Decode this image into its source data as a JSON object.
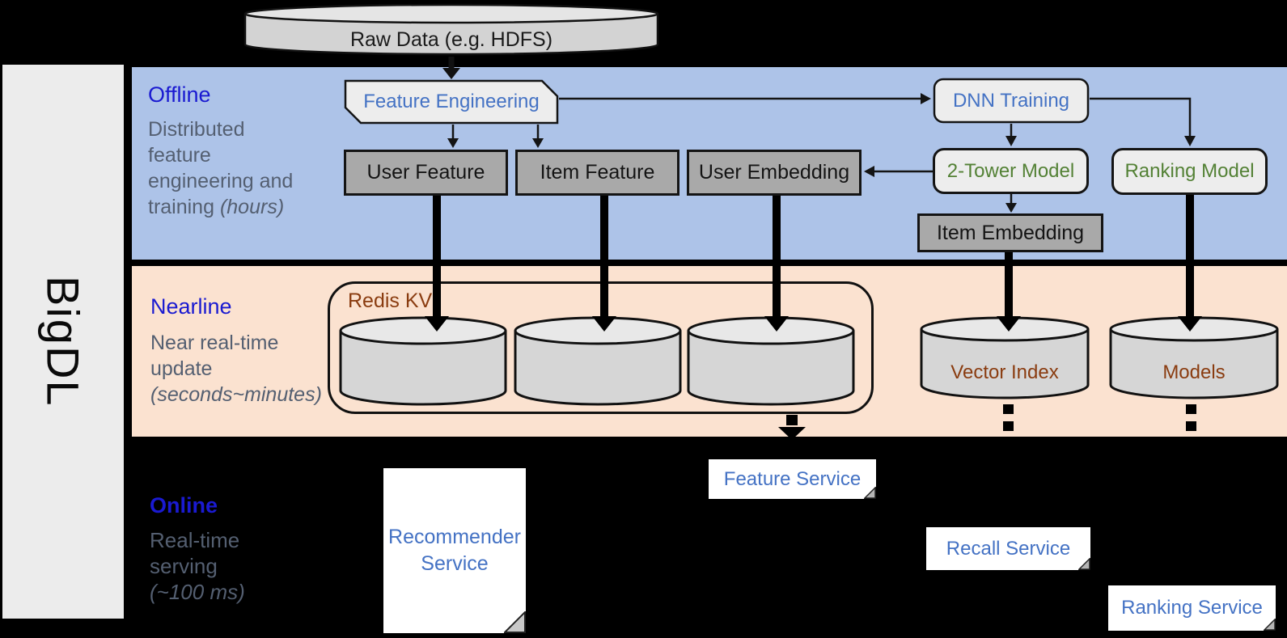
{
  "brand": "BigDL",
  "raw_data_label": "Raw Data (e.g. HDFS)",
  "sections": {
    "offline": {
      "title": "Offline",
      "line1": "Distributed",
      "line2": "feature",
      "line3": "engineering and",
      "line4": "training",
      "duration": "(hours)"
    },
    "nearline": {
      "title": "Nearline",
      "line1": "Near real-time",
      "line2": "update",
      "duration": "(seconds~minutes)"
    },
    "online": {
      "title": "Online",
      "line1": "Real-time",
      "line2": "serving",
      "duration": "(~100 ms)"
    }
  },
  "offline_boxes": {
    "feature_engineering": "Feature Engineering",
    "dnn_training": "DNN Training",
    "user_feature": "User Feature",
    "item_feature": "Item Feature",
    "user_embedding": "User Embedding",
    "two_tower_model": "2-Tower Model",
    "ranking_model": "Ranking Model",
    "item_embedding": "Item Embedding"
  },
  "nearline_stores": {
    "redis_kv": "Redis KV",
    "vector_index": "Vector Index",
    "models": "Models"
  },
  "online_services": {
    "recommender_line1": "Recommender",
    "recommender_line2": "Service",
    "feature_service": "Feature Service",
    "recall_service": "Recall Service",
    "ranking_service": "Ranking Service"
  },
  "colors": {
    "background": "#000000",
    "offline_band": "#adc3e8",
    "nearline_band": "#fbe2d0",
    "sidebar": "#ececec",
    "box_dark_fill": "#a9a9a9",
    "box_light_fill": "#ededed",
    "cylinder_fill": "#d6d6d6",
    "cylinder_top_fill": "#e8e8e8",
    "header_blue": "#1a1ad1",
    "label_blue": "#4472c4",
    "label_green": "#538135",
    "label_brown": "#8a3c10",
    "muted_text": "#545f71"
  }
}
